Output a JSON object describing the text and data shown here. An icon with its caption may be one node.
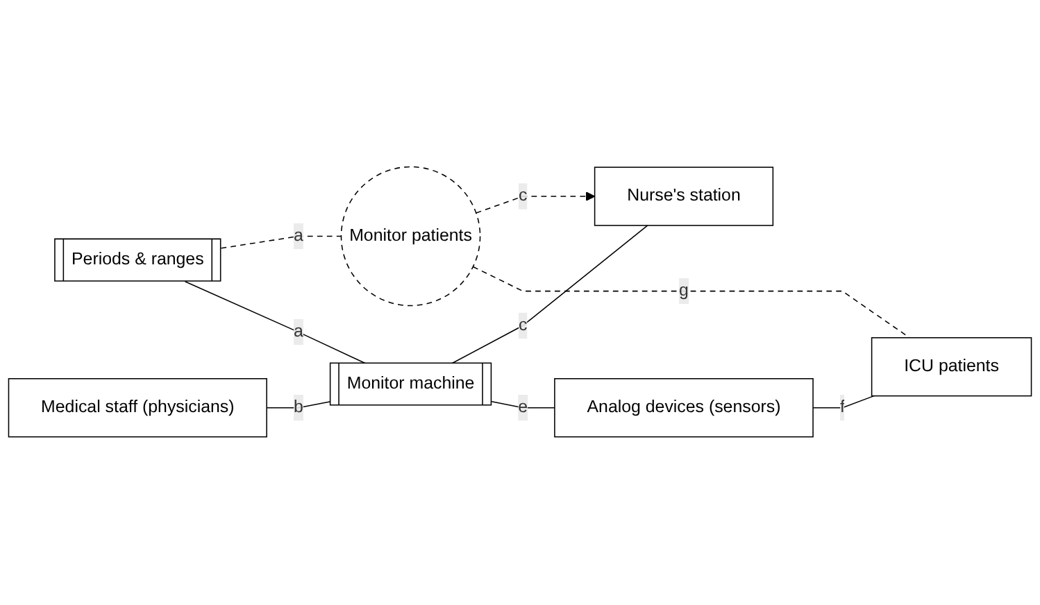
{
  "diagram": {
    "nodes": [
      {
        "text": [
          "Periods & ranges"
        ]
      },
      {
        "text": [
          "Monitor patients"
        ]
      },
      {
        "text": [
          "Nurse's station"
        ]
      },
      {
        "text": [
          "Monitor machine"
        ]
      },
      {
        "text": [
          "Medical staff (physicians)"
        ]
      },
      {
        "text": [
          "Analog devices (sensors)"
        ]
      },
      {
        "text": [
          "ICU patients"
        ]
      }
    ],
    "edges": [
      {
        "from": 0,
        "to": 1,
        "arrow": "none",
        "label": "a",
        "style": "dashed"
      },
      {
        "from": 1,
        "to": 2,
        "arrow": "to",
        "label": "c",
        "style": "dashed"
      },
      {
        "from": 0,
        "to": 3,
        "arrow": "none",
        "label": "a"
      },
      {
        "from": 3,
        "to": 2,
        "arrow": "none",
        "label": "c"
      },
      {
        "from": 4,
        "to": 3,
        "arrow": "none",
        "label": "b"
      },
      {
        "from": 3,
        "to": 5,
        "arrow": "none",
        "label": "e"
      },
      {
        "from": 5,
        "to": 6,
        "arrow": "none",
        "label": "f"
      },
      {
        "from": 1,
        "to": 6,
        "arrow": "none",
        "label": "g",
        "style": "dashed"
      }
    ]
  }
}
